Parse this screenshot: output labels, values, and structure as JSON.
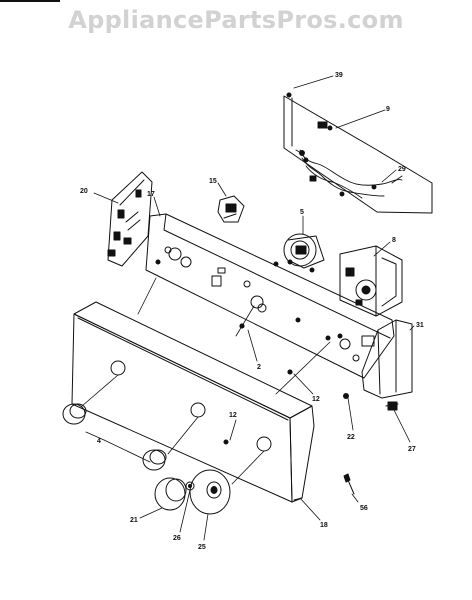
{
  "watermark": "AppliancePartsPros.com",
  "callouts": {
    "c39": "39",
    "c9": "9",
    "c29": "29",
    "c15": "15",
    "c20": "20",
    "c17": "17",
    "c5": "5",
    "c8": "8",
    "c31": "31",
    "c2": "2",
    "c12a": "12",
    "c12b": "12",
    "c22": "22",
    "c27": "27",
    "c4": "4",
    "c21": "21",
    "c26": "26",
    "c25": "25",
    "c18": "18",
    "c56": "56"
  }
}
